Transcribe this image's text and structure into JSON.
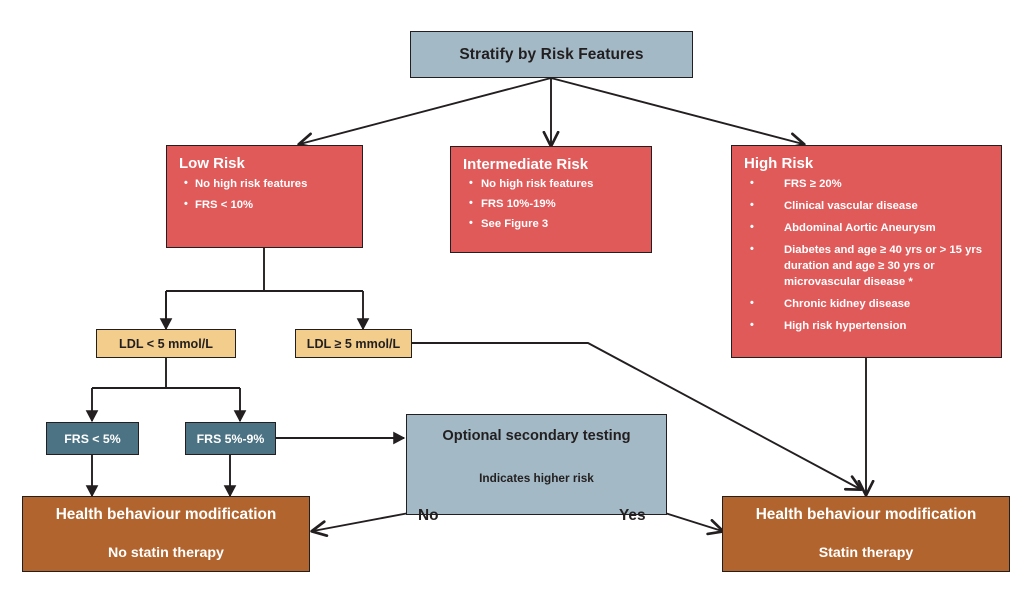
{
  "diagram": {
    "title": "Stratify by Risk Features",
    "colors": {
      "slate_header": "#a3bac6",
      "risk_red": "#e05a5a",
      "ldl_tan": "#f2cd8c",
      "frs_slate": "#4c7383",
      "outcome_brown": "#b1642e",
      "line": "#231f20"
    },
    "nodes": {
      "stratify": {
        "label": "Stratify by Risk Features"
      },
      "low_risk": {
        "title": "Low Risk",
        "bullets": [
          "No high risk features",
          "FRS < 10%"
        ]
      },
      "intermediate_risk": {
        "title": "Intermediate  Risk",
        "bullets": [
          "No high risk features",
          "FRS  10%-19%",
          "See Figure 3"
        ]
      },
      "high_risk": {
        "title": "High Risk",
        "bullets": [
          "FRS ≥ 20%",
          "Clinical vascular disease",
          "Abdominal Aortic Aneurysm",
          "Diabetes and age ≥ 40 yrs or > 15 yrs duration and age ≥ 30 yrs or microvascular disease *",
          "Chronic kidney disease",
          "High risk hypertension"
        ]
      },
      "ldl_low": {
        "label": "LDL < 5 mmol/L"
      },
      "ldl_high": {
        "label": "LDL ≥ 5 mmol/L"
      },
      "frs_under5": {
        "label": "FRS < 5%"
      },
      "frs_5to9": {
        "label": "FRS 5%-9%"
      },
      "optional_testing": {
        "title": "Optional secondary testing",
        "subtitle": "Indicates higher risk",
        "label_no": "No",
        "label_yes": "Yes"
      },
      "outcome_no_statin": {
        "line1": "Health behaviour modification",
        "line2": "No statin therapy"
      },
      "outcome_statin": {
        "line1": "Health behaviour modification",
        "line2": "Statin therapy"
      }
    }
  }
}
